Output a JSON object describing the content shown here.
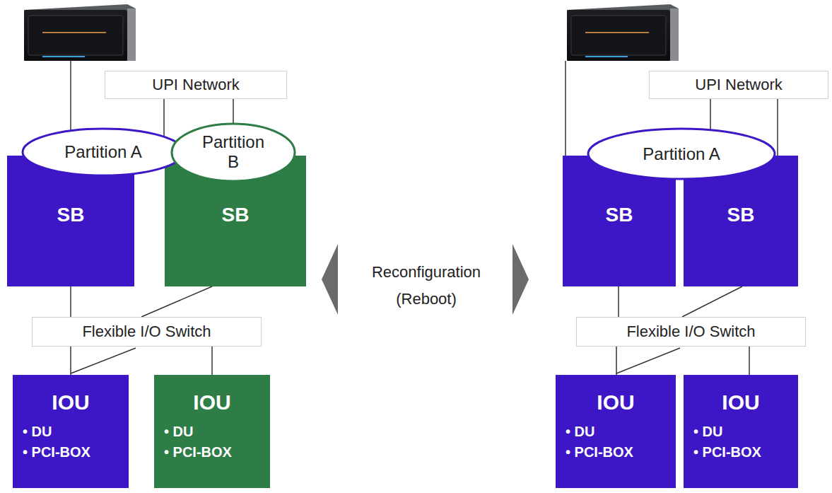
{
  "diagram": {
    "nodes": [
      {
        "text": [
          "UPI Network"
        ]
      },
      {
        "text": [
          "Partition A"
        ]
      },
      {
        "text": [
          "Partition B"
        ]
      },
      {
        "text": [
          "SB"
        ]
      },
      {
        "text": [
          "SB"
        ]
      },
      {
        "text": [
          "Flexible I/O Switch"
        ]
      },
      {
        "text": [
          "IOU",
          "• DU",
          "• PCI-BOX"
        ]
      },
      {
        "text": [
          "IOU",
          "• DU",
          "• PCI-BOX"
        ]
      },
      {
        "text": [
          "UPI Network"
        ]
      },
      {
        "text": [
          "Partition A"
        ]
      },
      {
        "text": [
          "SB"
        ]
      },
      {
        "text": [
          "SB"
        ]
      },
      {
        "text": [
          "Flexible I/O Switch"
        ]
      },
      {
        "text": [
          "IOU",
          "• DU",
          "• PCI-BOX"
        ]
      },
      {
        "text": [
          "IOU",
          "• DU",
          "• PCI-BOX"
        ]
      }
    ],
    "edges": [
      {
        "from": 0,
        "to": 1,
        "arrow": "none"
      },
      {
        "from": 0,
        "to": 2,
        "arrow": "none"
      },
      {
        "from": 3,
        "to": 5,
        "arrow": "none"
      },
      {
        "from": 4,
        "to": 5,
        "arrow": "none"
      },
      {
        "from": 5,
        "to": 6,
        "arrow": "none"
      },
      {
        "from": 5,
        "to": 7,
        "arrow": "none"
      },
      {
        "from": 8,
        "to": 9,
        "arrow": "none"
      },
      {
        "from": 8,
        "to": 11,
        "arrow": "none"
      },
      {
        "from": 10,
        "to": 12,
        "arrow": "none"
      },
      {
        "from": 11,
        "to": 12,
        "arrow": "none"
      },
      {
        "from": 12,
        "to": 13,
        "arrow": "none"
      },
      {
        "from": 12,
        "to": 14,
        "arrow": "none"
      }
    ],
    "labels": [
      "Reconfiguration",
      "(Reboot)"
    ]
  }
}
